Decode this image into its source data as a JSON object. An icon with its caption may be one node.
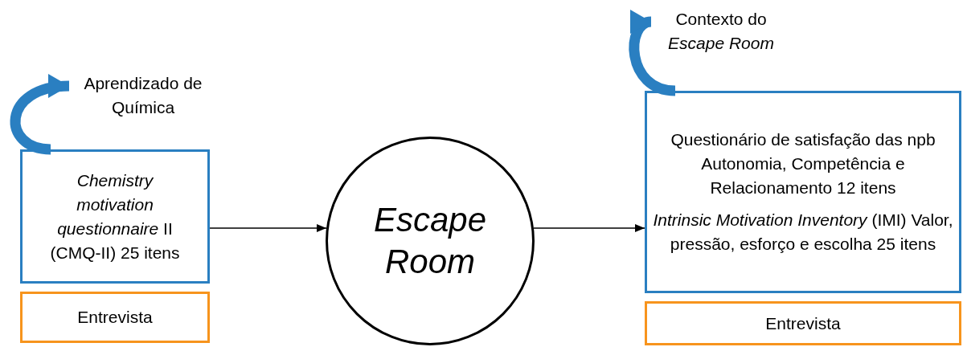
{
  "diagram": {
    "nodes": [
      {
        "text": [
          "Aprendizado de Química"
        ]
      },
      {
        "text": [
          "*Chemistry motivation questionnaire* II (CMQ-II) 25 itens"
        ]
      },
      {
        "text": [
          "Entrevista"
        ]
      },
      {
        "text": [
          "Escape Room"
        ]
      },
      {
        "text": [
          "Contexto do *Escape Room*"
        ]
      },
      {
        "text": [
          "Questionário de satisfação das npb Autonomia, Competência e Relacionamento 12 itens",
          "*Intrinsic Motivation Inventory* (IMI) Valor, pressão, esforço e escolha 25 itens"
        ]
      },
      {
        "text": [
          "Entrevista"
        ]
      }
    ],
    "edges": [
      {
        "from": 1,
        "to": 0,
        "arrow": "to",
        "style": "thick",
        "color": "#2a7fc1"
      },
      {
        "from": 5,
        "to": 4,
        "arrow": "to",
        "style": "thick",
        "color": "#2a7fc1"
      },
      {
        "from": 1,
        "to": 3,
        "arrow": "to",
        "color": "#000000"
      },
      {
        "from": 3,
        "to": 5,
        "arrow": "to",
        "color": "#000000"
      }
    ]
  }
}
